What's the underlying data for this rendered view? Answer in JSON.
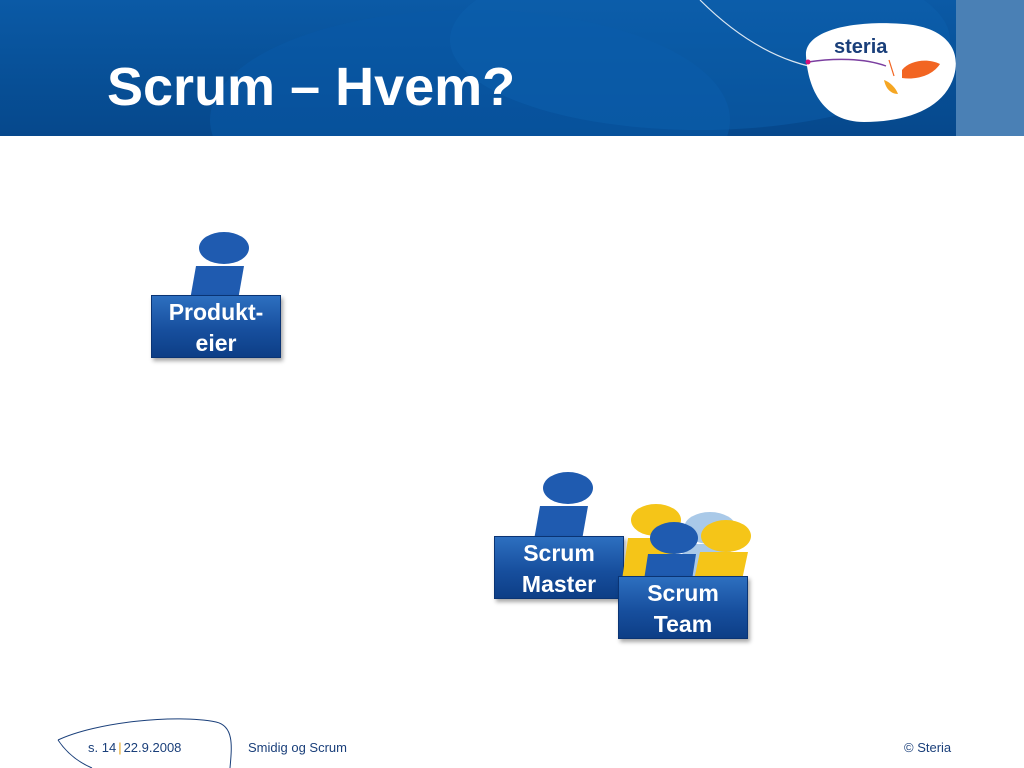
{
  "slide": {
    "title": "Scrum – Hvem?"
  },
  "logo": {
    "text": "steria",
    "accent_color": "#f26522",
    "text_color": "#1a3f7a"
  },
  "roles": {
    "product_owner": {
      "line1": "Produkt-",
      "line2": "eier"
    },
    "scrum_master": {
      "line1": "Scrum",
      "line2": "Master"
    },
    "scrum_team": {
      "line1": "Scrum",
      "line2": "Team"
    }
  },
  "footer": {
    "page": "s. 14",
    "separator": "|",
    "date": "22.9.2008",
    "topic": "Smidig og Scrum",
    "copyright": "© Steria"
  },
  "colors": {
    "header_blue": "#0b5aa6",
    "person_blue": "#1f5bb0",
    "person_yellow": "#f5c518",
    "person_lightblue": "#a9c9e8"
  }
}
